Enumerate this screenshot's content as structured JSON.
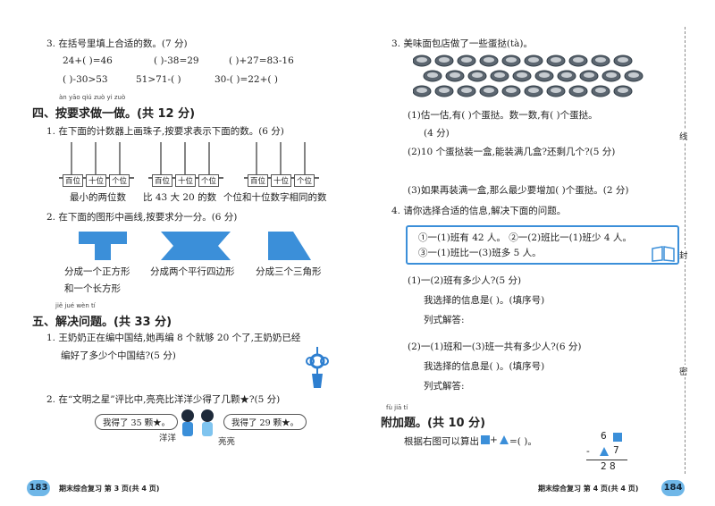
{
  "left": {
    "q3": {
      "title": "3. 在括号里填上合适的数。(7 分)",
      "row1": [
        "24+(    )=46",
        "(    )-38=29",
        "(    )+27=83-16"
      ],
      "row2": [
        "(    )-30>53",
        "51>71-(    )",
        "30-(    )=22+(    )"
      ]
    },
    "sec4": {
      "pinyin": "àn yāo qiú zuò yi zuò",
      "title": "四、按要求做一做。(共 12 分)",
      "q1": "1. 在下面的计数器上画珠子,按要求表示下面的数。(6 分)",
      "abacus_labels": [
        "百位",
        "十位",
        "个位"
      ],
      "abacus_captions": [
        "最小的两位数",
        "比 43 大 20 的数",
        "个位和十位数字相同的数"
      ],
      "q2": "2. 在下面的图形中画线,按要求分一分。(6 分)",
      "shape_captions": [
        [
          "分成一个正方形",
          "和一个长方形"
        ],
        [
          "分成两个平行四边形"
        ],
        [
          "分成三个三角形"
        ]
      ]
    },
    "sec5": {
      "pinyin": "jiě jué wèn tí",
      "title": "五、解决问题。(共 33 分)",
      "q1_lines": [
        "1. 王奶奶正在编中国结,她再编 8 个就够 20 个了,王奶奶已经",
        "编好了多少个中国结?(5 分)"
      ],
      "q2": "2. 在“文明之星”评比中,亮亮比洋洋少得了几颗★?(5 分)",
      "bubble_left": "我得了 35 颗★。",
      "bubble_right": "我得了 29 颗★。",
      "name_left": "洋洋",
      "name_right": "亮亮"
    },
    "page_number": "183",
    "footer": "期末综合复习   第 3 页(共 4 页)"
  },
  "right": {
    "q3": {
      "title": "3. 美味面包店做了一些蛋挞(tà)。",
      "p1": "(1)估一估,有(        )个蛋挞。数一数,有(        )个蛋挞。",
      "p1_score": "(4 分)",
      "p2": "(2)10 个蛋挞装一盒,能装满几盒?还剩几个?(5 分)",
      "p3": "(3)如果再装满一盒,那么最少要增加(    )个蛋挞。(2 分)"
    },
    "q4": {
      "title": "4. 请你选择合适的信息,解决下面的问题。",
      "info_line1": "①一(1)班有 42 人。  ②一(2)班比一(1)班少 4 人。",
      "info_line2": "③一(1)班比一(3)班多 5 人。",
      "sub1": "(1)一(2)班有多少人?(5 分)",
      "sub1_choose": "我选择的信息是(        )。(填序号)",
      "sub1_solve": "列式解答:",
      "sub2": "(2)一(1)班和一(3)班一共有多少人?(6 分)",
      "sub2_choose": "我选择的信息是(        )。(填序号)",
      "sub2_solve": "列式解答:"
    },
    "bonus": {
      "pinyin": "fù jiā tí",
      "title": "附加题。(共 10 分)",
      "text_before": "根据右图可以算出",
      "text_plus": "+",
      "text_after": "=(        )。",
      "vertical_top": "6",
      "vertical_minus": "-",
      "vertical_mid": "7",
      "vertical_result": "2 8"
    },
    "page_number": "184",
    "footer": "期末综合复习   第 4 页(共 4 页)",
    "margin_marks": [
      "线",
      "封",
      "密"
    ]
  }
}
